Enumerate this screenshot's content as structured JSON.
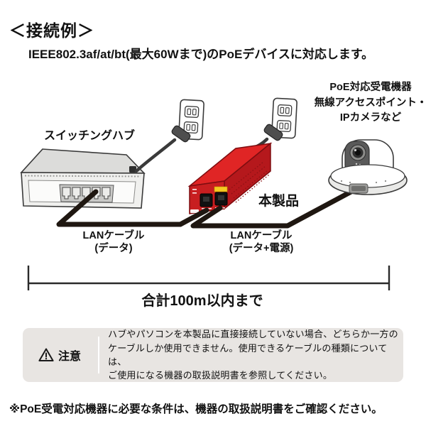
{
  "title": "＜接続例＞",
  "subtitle": "IEEE802.3af/at/bt(最大60Wまで)のPoEデバイスに対応します。",
  "diagram": {
    "hub_label": "スイッチングハブ",
    "device_label": "PoE対応受電機器\n無線アクセスポイント・\nIPカメラなど",
    "product_label": "本製品",
    "cable_data_label": "LANケーブル\n(データ)",
    "cable_data_power_label": "LANケーブル\n(データ+電源)",
    "distance_label": "合計100m以内まで"
  },
  "caution": {
    "icon": "warning-triangle",
    "label": "注意",
    "text": "ハブやパソコンを本製品に直接接続していない場合、どちらか一方の\nケーブルしか使用できません。使用できるケーブルの種類については、\nご使用になる機器の取扱説明書を参照してください。"
  },
  "footnote": "※PoE受電対応機器に必要な条件は、機器の取扱説明書をご確認ください。",
  "colors": {
    "product_red_top": "#e02525",
    "product_red_front": "#c81e20",
    "product_red_side": "#b5181c",
    "port_yellow": "#f5c922",
    "cable_black": "#1f1711",
    "caution_bg": "#e8e5e2",
    "outline": "#3a3a3a"
  }
}
